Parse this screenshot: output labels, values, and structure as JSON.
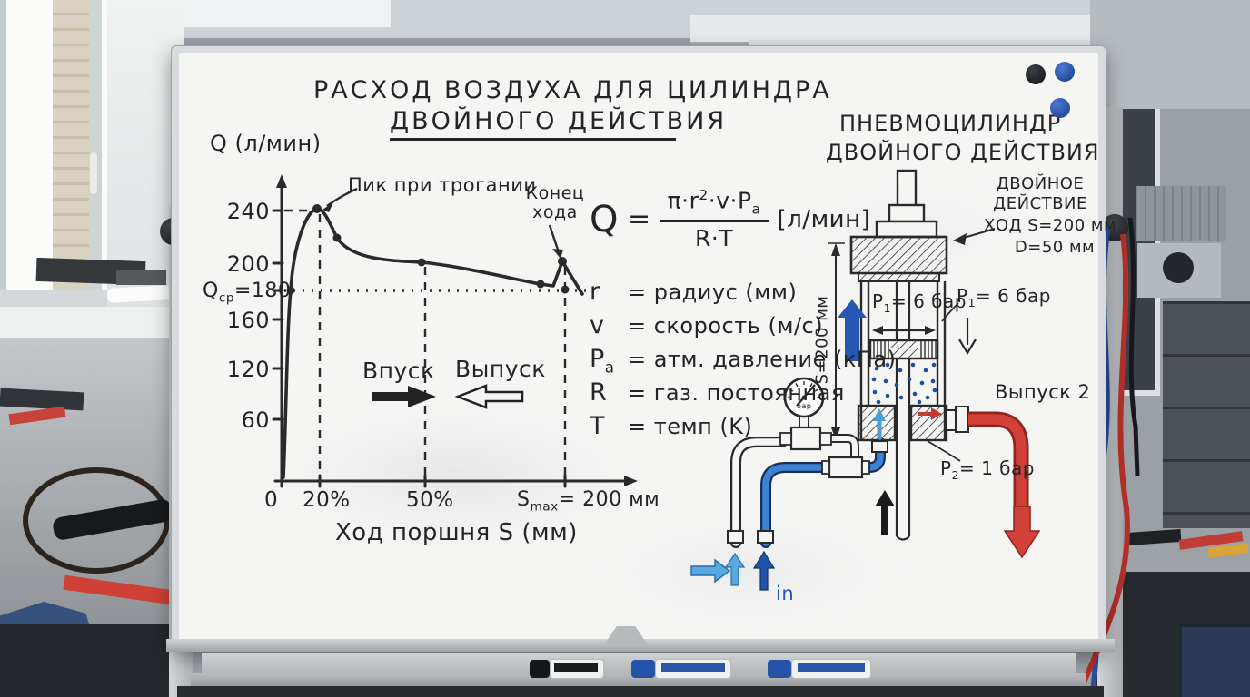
{
  "board": {
    "title1": "РАСХОД ВОЗДУХА ДЛЯ ЦИЛИНДРА",
    "title2": "ДВОЙНОГО ДЕЙСТВИЯ"
  },
  "chart": {
    "y_label": "Q (л/мин)",
    "yticks": [
      "240",
      "200",
      "160",
      "120",
      "60"
    ],
    "qcp": {
      "base": "Q",
      "sub": "ср",
      "rest": "=180"
    },
    "xticks": [
      "0",
      "20%",
      "50%"
    ],
    "smax": {
      "base": "S",
      "sub": "max",
      "rest": "= 200 мм"
    },
    "x_label": "Ход поршня S (мм)",
    "peak_note": "Пик при трогании",
    "end_note1": "Конец",
    "end_note2": "хода",
    "zone_in": "Впуск",
    "zone_out": "Выпуск"
  },
  "formula": {
    "lhs": "Q",
    "eq": "=",
    "num_pre": "π·r",
    "num_sup": "2",
    "num_mid": "·v·P",
    "num_sub": "a",
    "den": "R·T",
    "units": "[л/мин]"
  },
  "variables": [
    {
      "sym": "r",
      "sub": "",
      "desc": "= радиус (мм)"
    },
    {
      "sym": "v",
      "sub": "",
      "desc": "= скорость (м/с)"
    },
    {
      "sym": "P",
      "sub": "a",
      "desc": "= атм. давление (кПа)"
    },
    {
      "sym": "R",
      "sub": "",
      "desc": "= газ. постоянная"
    },
    {
      "sym": "T",
      "sub": "",
      "desc": "= темп (K)"
    }
  ],
  "cylinder": {
    "title1": "ПНЕВМОЦИЛИНДР",
    "title2": "ДВОЙНОГО ДЕЙСТВИЯ",
    "spec1": "ДВОЙНОЕ",
    "spec2": "ДЕЙСТВИЕ",
    "spec3": "ХОД S=200 мм",
    "spec4": "D=50 мм",
    "stroke_dim": "S=200 мм",
    "p1_inside": {
      "base": "P",
      "sub": "1",
      "rest": "= 6 бар"
    },
    "p1_callout": {
      "base": "P",
      "sub": "1",
      "rest": "= 6 бар"
    },
    "p2": {
      "base": "P",
      "sub": "2",
      "rest": "= 1 бар"
    },
    "exhaust": "Выпуск 2",
    "gauge_unit": "бар",
    "inlet": "in"
  },
  "chart_data": {
    "type": "line",
    "title": "РАСХОД ВОЗДУХА ДЛЯ ЦИЛИНДРА ДВОЙНОГО ДЕЙСТВИЯ",
    "xlabel": "Ход поршня S (мм)",
    "ylabel": "Q (л/мин)",
    "x_ticks": [
      "0",
      "20%",
      "50%",
      "Smax = 200 мм"
    ],
    "y_ticks": [
      60,
      120,
      160,
      180,
      200,
      240
    ],
    "ylim": [
      0,
      260
    ],
    "grid": false,
    "series": [
      {
        "name": "Q",
        "x_percent_stroke": [
          0,
          8,
          20,
          27,
          50,
          88,
          93,
          100
        ],
        "values_l_min": [
          0,
          180,
          240,
          225,
          200,
          188,
          202,
          180
        ]
      }
    ],
    "average_line": {
      "label": "Qср = 180",
      "value": 180
    },
    "annotations": [
      "Пик при трогании (240 л/мин при 20%)",
      "Конец хода (пик ~200)",
      "Впуск 0–50%",
      "Выпуск 50–100%"
    ]
  },
  "colors": {
    "ink": "#2a2a2a",
    "blue_dark": "#2458b3",
    "blue_light": "#58a9e0",
    "blue_pipe": "#3b82d4",
    "red": "#d24137",
    "board": "#f5f6f4"
  }
}
